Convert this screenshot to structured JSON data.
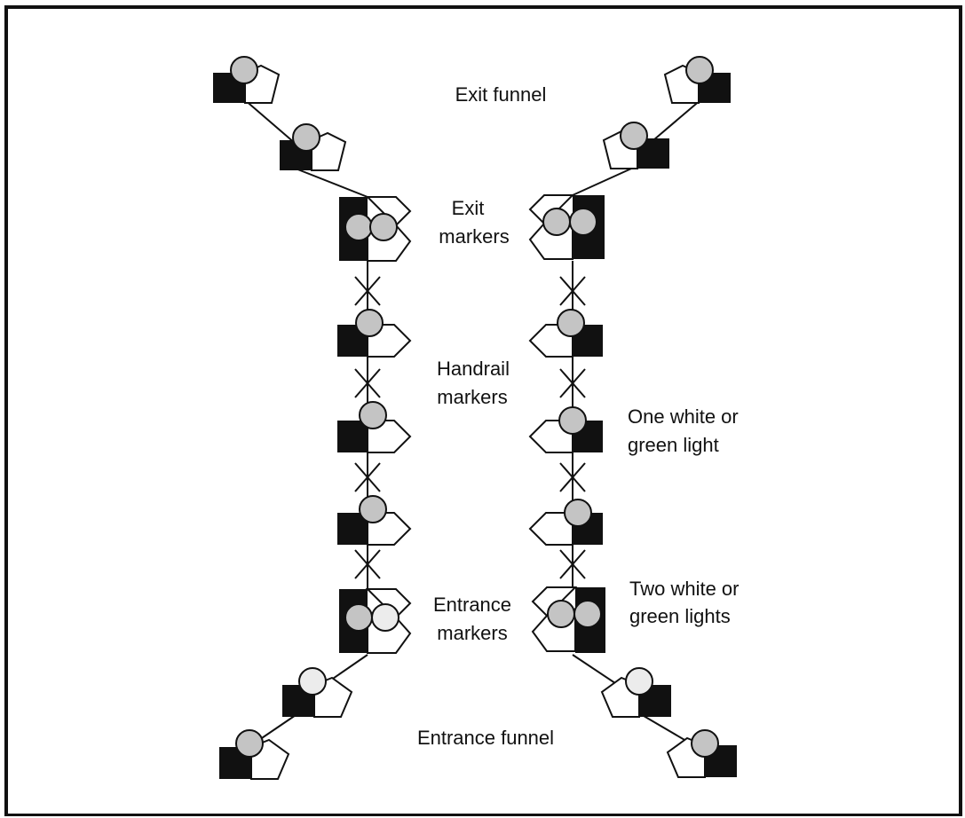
{
  "labels": {
    "exit_funnel": "Exit funnel",
    "exit_markers_1": "Exit",
    "exit_markers_2": "markers",
    "handrail_1": "Handrail",
    "handrail_2": "markers",
    "one_light_1": "One white or",
    "one_light_2": "green light",
    "two_lights_1": "Two white or",
    "two_lights_2": "green lights",
    "entrance_markers_1": "Entrance",
    "entrance_markers_2": "markers",
    "entrance_funnel": "Entrance funnel"
  },
  "colors": {
    "ink": "#111111",
    "light_grey": "#c4c4c4",
    "light_white": "#ececec",
    "paper": "#ffffff"
  }
}
